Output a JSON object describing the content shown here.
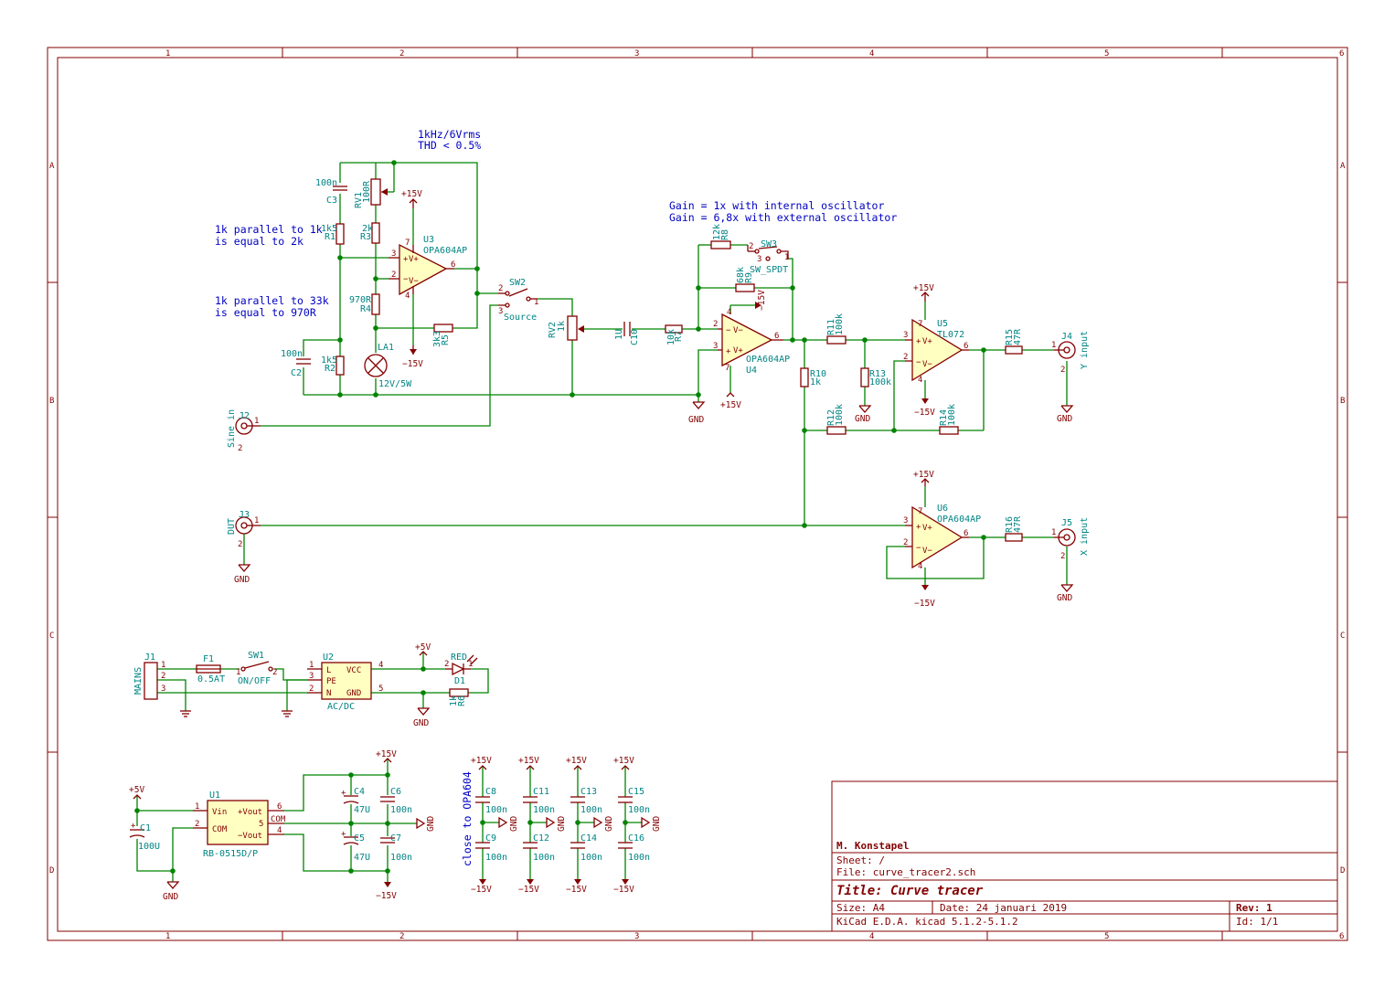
{
  "frame": {
    "columns": [
      "1",
      "2",
      "3",
      "4",
      "5",
      "6"
    ],
    "rows": [
      "A",
      "B",
      "C",
      "D"
    ]
  },
  "notes": {
    "osc1": "1kHz/6Vrms",
    "osc2": "THD < 0.5%",
    "par1a": "1k parallel to 1k",
    "par1b": "is equal to 2k",
    "par2a": "1k parallel to 33k",
    "par2b": "is equal to 970R",
    "gain1": "Gain = 1x with internal oscillator",
    "gain2": "Gain = 6,8x with external oscillator",
    "decoup": "close to OPA604"
  },
  "components": {
    "C3": {
      "ref": "C3",
      "val": "100n"
    },
    "RV1": {
      "ref": "RV1",
      "val": "100R"
    },
    "R1": {
      "ref": "R1",
      "val": "1k5"
    },
    "R3": {
      "ref": "R3",
      "val": "2k"
    },
    "R4": {
      "ref": "R4",
      "val": "970R"
    },
    "R5": {
      "ref": "R5",
      "val": "3k3"
    },
    "U3": {
      "ref": "U3",
      "val": "OPA604AP"
    },
    "C2": {
      "ref": "C2",
      "val": "100n"
    },
    "R2": {
      "ref": "R2",
      "val": "1k5"
    },
    "LA1": {
      "ref": "LA1",
      "val": "12V/5W"
    },
    "SW2": {
      "ref": "SW2",
      "val": "Source"
    },
    "RV2": {
      "ref": "RV2",
      "val": "1k"
    },
    "C10": {
      "ref": "C10",
      "val": "1U"
    },
    "R7": {
      "ref": "R7",
      "val": "10k"
    },
    "R8": {
      "ref": "R8",
      "val": "12k"
    },
    "R9": {
      "ref": "R9",
      "val": "68k"
    },
    "SW3": {
      "ref": "SW3",
      "val": "SW_SPDT"
    },
    "U4": {
      "ref": "U4",
      "val": "OPA604AP"
    },
    "R10": {
      "ref": "R10",
      "val": "1k"
    },
    "R11": {
      "ref": "R11",
      "val": "100k"
    },
    "R13": {
      "ref": "R13",
      "val": "100k"
    },
    "R12": {
      "ref": "R12",
      "val": "100k"
    },
    "R14": {
      "ref": "R14",
      "val": "100k"
    },
    "U5": {
      "ref": "U5",
      "val": "TL072"
    },
    "R15": {
      "ref": "R15",
      "val": "47R"
    },
    "J4": {
      "ref": "J4",
      "val": "Y input"
    },
    "J2": {
      "ref": "J2",
      "val": "Sine in"
    },
    "J3": {
      "ref": "J3",
      "val": "DUT"
    },
    "U6": {
      "ref": "U6",
      "val": "OPA604AP"
    },
    "R16": {
      "ref": "R16",
      "val": "47R"
    },
    "J5": {
      "ref": "J5",
      "val": "X input"
    },
    "J1": {
      "ref": "J1",
      "val": "MAINS"
    },
    "F1": {
      "ref": "F1",
      "val": "0.5AT"
    },
    "SW1": {
      "ref": "SW1",
      "val": "ON/OFF"
    },
    "U2": {
      "ref": "U2",
      "val": "AC/DC"
    },
    "D1": {
      "ref": "D1",
      "val": "RED"
    },
    "R6": {
      "ref": "R6",
      "val": "1k"
    },
    "U1": {
      "ref": "U1",
      "val": "RB-0515D/P"
    },
    "C1": {
      "ref": "C1",
      "val": "100U"
    },
    "C4": {
      "ref": "C4",
      "val": "47U"
    },
    "C5": {
      "ref": "C5",
      "val": "47U"
    },
    "C6": {
      "ref": "C6",
      "val": "100n"
    },
    "C7": {
      "ref": "C7",
      "val": "100n"
    },
    "C8": {
      "ref": "C8",
      "val": "100n"
    },
    "C9": {
      "ref": "C9",
      "val": "100n"
    },
    "C11": {
      "ref": "C11",
      "val": "100n"
    },
    "C12": {
      "ref": "C12",
      "val": "100n"
    },
    "C13": {
      "ref": "C13",
      "val": "100n"
    },
    "C14": {
      "ref": "C14",
      "val": "100n"
    },
    "C15": {
      "ref": "C15",
      "val": "100n"
    },
    "C16": {
      "ref": "C16",
      "val": "100n"
    }
  },
  "pins": {
    "U2_L": "L",
    "U2_PE": "PE",
    "U2_N": "N",
    "U2_VCC": "VCC",
    "U2_GND": "GND",
    "U1_VIN": "Vin",
    "U1_COM": "COM",
    "U1_POUT": "+Vout",
    "U1_COMO": "COM",
    "U1_NOUT": "−Vout"
  },
  "power": {
    "p15": "+15V",
    "m15": "−15V",
    "p5": "+5V",
    "gnd": "GND"
  },
  "title_block": {
    "author": "M. Konstapel",
    "sheet": "Sheet: /",
    "file": "File: curve_tracer2.sch",
    "title": "Title: Curve tracer",
    "size": "Size: A4",
    "date": "Date: 24 januari 2019",
    "tool": "KiCad E.D.A.  kicad 5.1.2-5.1.2",
    "rev": "Rev: 1",
    "id": "Id: 1/1"
  }
}
